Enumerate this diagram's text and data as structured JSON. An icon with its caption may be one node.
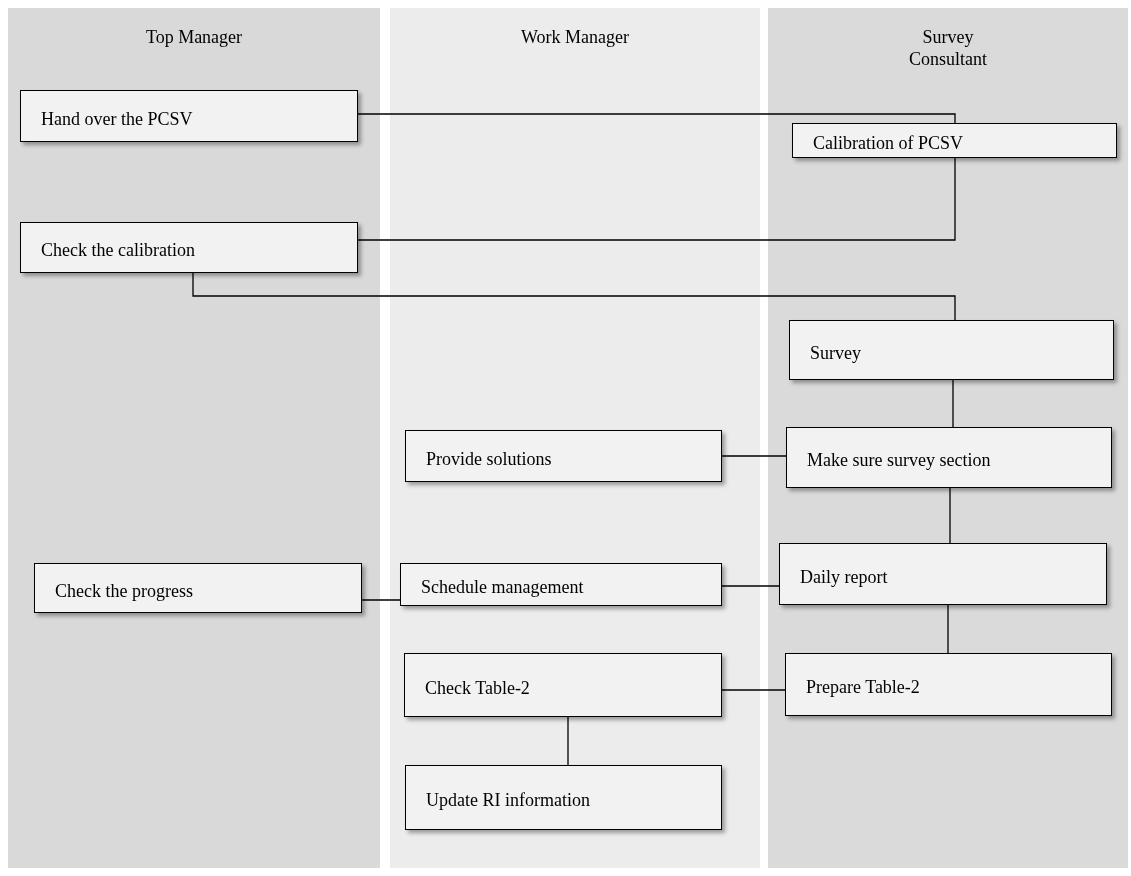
{
  "diagram": {
    "nodes": [
      {
        "text": [
          "Top Manager"
        ]
      },
      {
        "text": [
          "Work Manager"
        ]
      },
      {
        "text": [
          "Survey Consultant"
        ]
      },
      {
        "text": [
          "Hand over the PCSV"
        ],
        "in": 0
      },
      {
        "text": [
          "Check the calibration"
        ],
        "in": 0
      },
      {
        "text": [
          "Check the progress"
        ],
        "in": 0
      },
      {
        "text": [
          "Provide solutions"
        ],
        "in": 1
      },
      {
        "text": [
          "Schedule management"
        ],
        "in": 1
      },
      {
        "text": [
          "Check Table-2"
        ],
        "in": 1
      },
      {
        "text": [
          "Update RI information"
        ],
        "in": 1
      },
      {
        "text": [
          "Calibration of PCSV"
        ],
        "in": 2
      },
      {
        "text": [
          "Survey"
        ],
        "in": 2
      },
      {
        "text": [
          "Make sure survey section"
        ],
        "in": 2
      },
      {
        "text": [
          "Daily report"
        ],
        "in": 2
      },
      {
        "text": [
          "Prepare Table-2"
        ],
        "in": 2
      }
    ],
    "edges": [
      {
        "from": 3,
        "to": 10,
        "arrow": "none"
      },
      {
        "from": 10,
        "to": 4,
        "arrow": "none"
      },
      {
        "from": 4,
        "to": 11,
        "arrow": "none"
      },
      {
        "from": 11,
        "to": 12,
        "arrow": "none"
      },
      {
        "from": 12,
        "to": 6,
        "arrow": "none"
      },
      {
        "from": 12,
        "to": 13,
        "arrow": "none"
      },
      {
        "from": 13,
        "to": 7,
        "arrow": "none"
      },
      {
        "from": 7,
        "to": 5,
        "arrow": "none"
      },
      {
        "from": 13,
        "to": 14,
        "arrow": "none"
      },
      {
        "from": 14,
        "to": 8,
        "arrow": "none"
      },
      {
        "from": 8,
        "to": 9,
        "arrow": "none"
      }
    ]
  }
}
